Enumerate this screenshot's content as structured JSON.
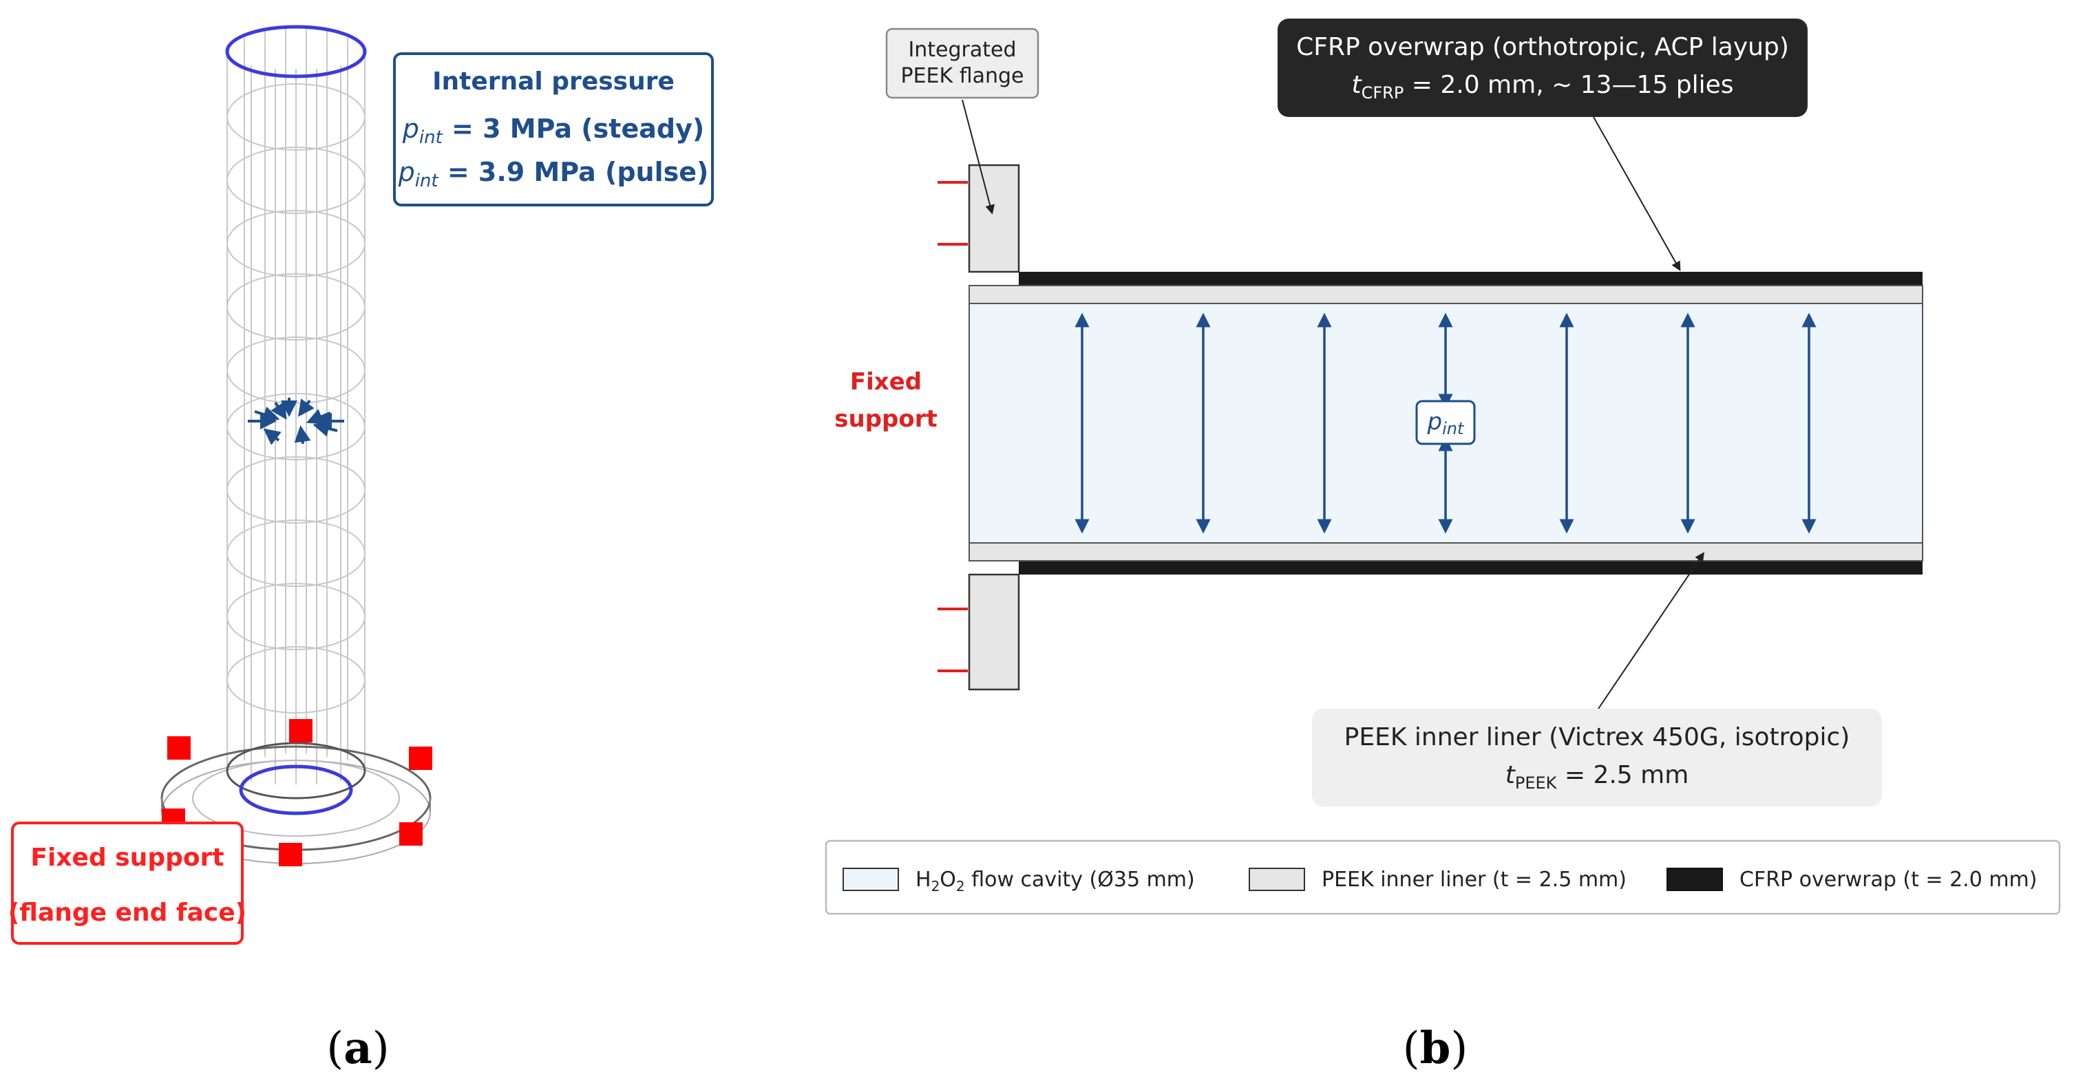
{
  "panel_a": {
    "caption_letter": "a",
    "pressure_box": {
      "title": "Internal pressure",
      "line1_sym": "p",
      "line1_sub": "int",
      "line1_rest": " = 3 MPa (steady)",
      "line2_sym": "p",
      "line2_sub": "int",
      "line2_rest": " = 3.9 MPa (pulse)"
    },
    "support_box": {
      "line1": "Fixed support",
      "line2": "(flange end face)"
    },
    "colors": {
      "pressure": "#1f4e8c",
      "support": "#ff0000",
      "rim": "#3b3bdc",
      "mesh": "#c8c8c8"
    }
  },
  "panel_b": {
    "caption_letter": "b",
    "flange_label": {
      "line1": "Integrated",
      "line2": "PEEK flange"
    },
    "cfrp_label": {
      "line1": "CFRP overwrap (orthotropic, ACP layup)",
      "line2_sym": "t",
      "line2_sub": "CFRP",
      "line2_rest": " = 2.0 mm, ~ 13—15 plies"
    },
    "peek_label": {
      "line1": "PEEK inner liner (Victrex 450G, isotropic)",
      "line2_sym": "t",
      "line2_sub": "PEEK",
      "line2_rest": " = 2.5 mm"
    },
    "fixed_support": {
      "line1": "Fixed",
      "line2": "support"
    },
    "pressure_tag": {
      "sym": "p",
      "sub": "int"
    },
    "legend": {
      "item1_pre": "H",
      "item1_sub1": "2",
      "item1_mid": "O",
      "item1_sub2": "2",
      "item1_post": " flow cavity (Ø35 mm)",
      "item2": "PEEK inner liner (t = 2.5 mm)",
      "item3": "CFRP overwrap (t = 2.0 mm)"
    },
    "colors": {
      "cavity": "#eef5fb",
      "liner": "#e6e6e6",
      "cfrp": "#1a1a1a",
      "arrow": "#1f4e8c",
      "support": "#e02020"
    }
  }
}
